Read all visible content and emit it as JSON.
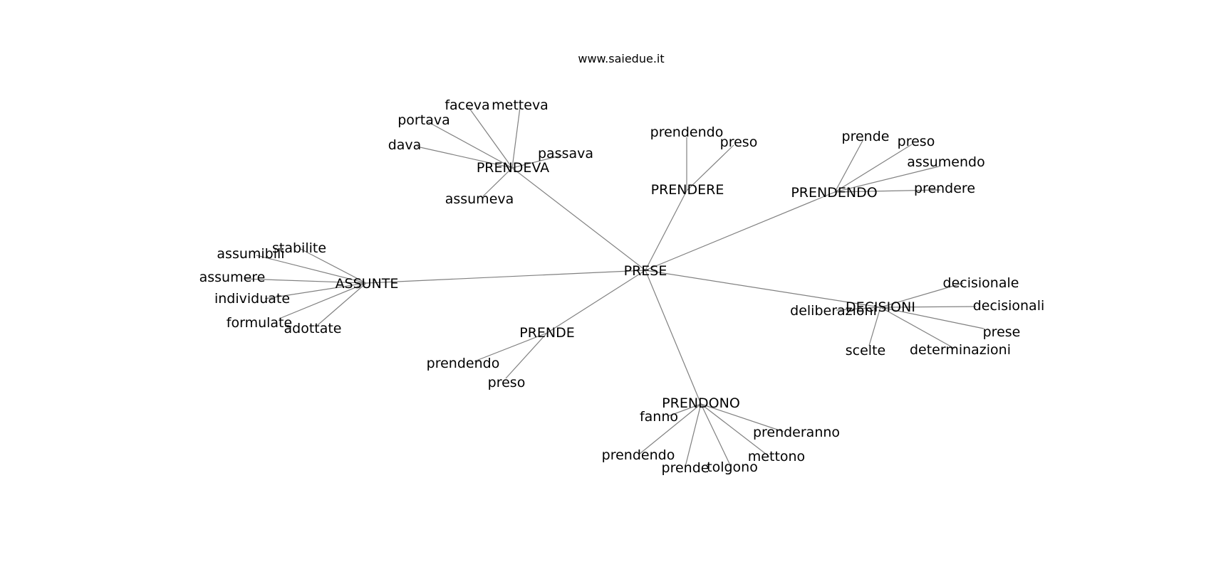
{
  "header": {
    "site": "www.saiedue.it"
  },
  "graph": {
    "center": "PRESE",
    "hubs": [
      {
        "id": "prendeva",
        "label": "PRENDEVA",
        "leaves": [
          {
            "id": "faceva",
            "label": "faceva"
          },
          {
            "id": "metteva",
            "label": "metteva"
          },
          {
            "id": "portava",
            "label": "portava"
          },
          {
            "id": "dava",
            "label": "dava"
          },
          {
            "id": "passava",
            "label": "passava"
          },
          {
            "id": "assumeva",
            "label": "assumeva"
          }
        ]
      },
      {
        "id": "prendere",
        "label": "PRENDERE",
        "leaves": [
          {
            "id": "prendendo",
            "label": "prendendo"
          },
          {
            "id": "preso",
            "label": "preso"
          }
        ]
      },
      {
        "id": "prendendo",
        "label": "PRENDENDO",
        "leaves": [
          {
            "id": "prende",
            "label": "prende"
          },
          {
            "id": "preso",
            "label": "preso"
          },
          {
            "id": "assumendo",
            "label": "assumendo"
          },
          {
            "id": "prendere",
            "label": "prendere"
          }
        ]
      },
      {
        "id": "assunte",
        "label": "ASSUNTE",
        "leaves": [
          {
            "id": "stabilite",
            "label": "stabilite"
          },
          {
            "id": "assumibili",
            "label": "assumibili"
          },
          {
            "id": "assumere",
            "label": "assumere"
          },
          {
            "id": "individuate",
            "label": "individuate"
          },
          {
            "id": "formulate",
            "label": "formulate"
          },
          {
            "id": "adottate",
            "label": "adottate"
          }
        ]
      },
      {
        "id": "decisioni",
        "label": "DECISIONI",
        "leaves": [
          {
            "id": "decisionale",
            "label": "decisionale"
          },
          {
            "id": "decisionali",
            "label": "decisionali"
          },
          {
            "id": "deliberazioni",
            "label": "deliberazioni"
          },
          {
            "id": "prese",
            "label": "prese"
          },
          {
            "id": "scelte",
            "label": "scelte"
          },
          {
            "id": "determinazioni",
            "label": "determinazioni"
          }
        ]
      },
      {
        "id": "prende",
        "label": "PRENDE",
        "leaves": [
          {
            "id": "prendendo",
            "label": "prendendo"
          },
          {
            "id": "preso",
            "label": "preso"
          }
        ]
      },
      {
        "id": "prendono",
        "label": "PRENDONO",
        "leaves": [
          {
            "id": "fanno",
            "label": "fanno"
          },
          {
            "id": "prenderanno",
            "label": "prenderanno"
          },
          {
            "id": "prendendo",
            "label": "prendendo"
          },
          {
            "id": "mettono",
            "label": "mettono"
          },
          {
            "id": "prende",
            "label": "prende"
          },
          {
            "id": "tolgono",
            "label": "tolgono"
          }
        ]
      }
    ]
  }
}
